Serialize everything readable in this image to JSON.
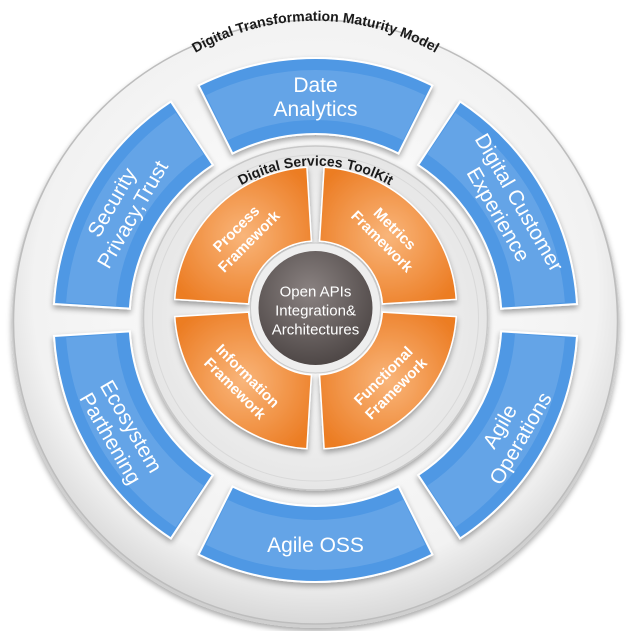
{
  "outer_ring": {
    "title": "Digital Transformation Maturity Model",
    "segments": [
      {
        "lines": [
          "Date",
          "Analytics"
        ]
      },
      {
        "lines": [
          "Digital Customer",
          "Experience"
        ]
      },
      {
        "lines": [
          "Agile",
          "Operations"
        ]
      },
      {
        "lines": [
          "Agile OSS"
        ]
      },
      {
        "lines": [
          "Ecosystem",
          "Parthening"
        ]
      },
      {
        "lines": [
          "Security",
          "Privacy,Trust"
        ]
      }
    ]
  },
  "inner_ring": {
    "title": "Digital Services ToolKit",
    "segments": [
      {
        "lines": [
          "Process",
          "Framework"
        ]
      },
      {
        "lines": [
          "Metrics",
          "Framework"
        ]
      },
      {
        "lines": [
          "Functional",
          "Framework"
        ]
      },
      {
        "lines": [
          "Information",
          "Framework"
        ]
      }
    ]
  },
  "core": {
    "lines": [
      "Open APIs",
      "Integration&",
      "Architectures"
    ]
  },
  "colors": {
    "outer_segment": "#4f98e4",
    "inner_segment": "#f08a34",
    "core": "#5a5352"
  }
}
